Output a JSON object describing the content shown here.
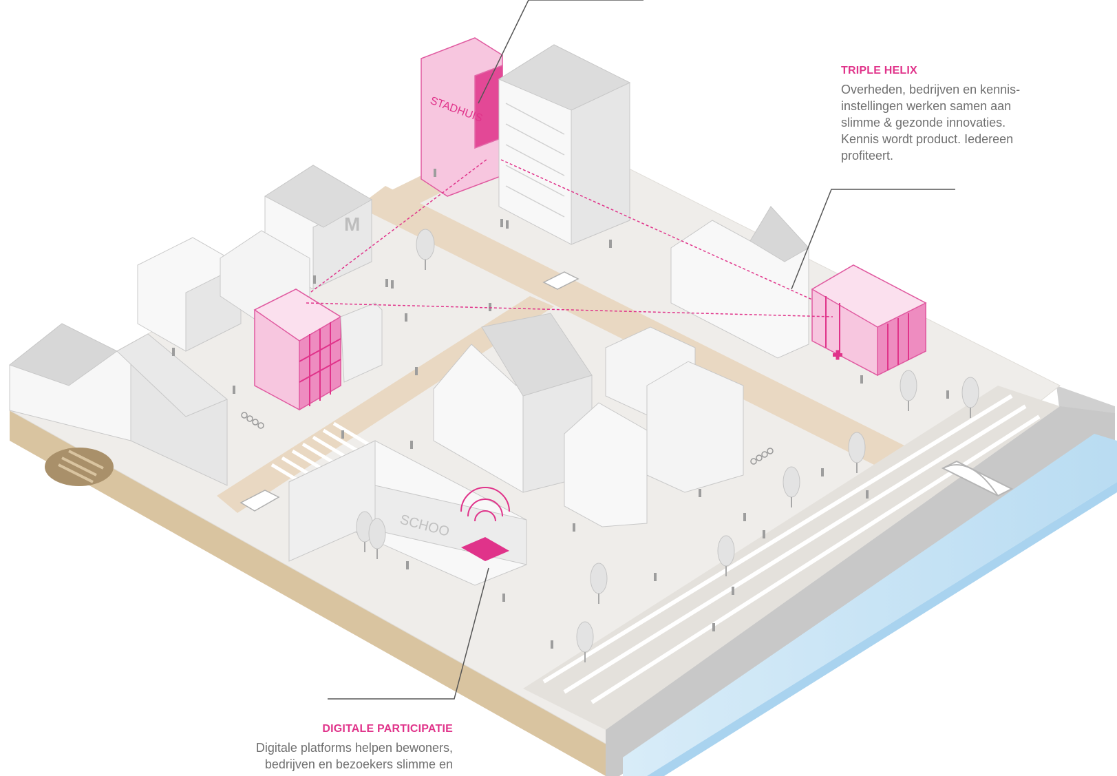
{
  "colors": {
    "accent": "#e0338a",
    "pink_light": "#f7c6df",
    "pink_mid": "#ee8cc0",
    "ground": "#efedea",
    "road": "#e9d8c2",
    "soil": "#d9c4a0",
    "water": "#cfe6f5",
    "text": "#6f6f6f"
  },
  "annotations": {
    "triple_helix": {
      "title": "TRIPLE HELIX",
      "lines": [
        "Overheden, bedrijven en kennis-",
        "instellingen werken samen aan",
        "slimme & gezonde innovaties.",
        "Kennis wordt product. Iedereen",
        "profiteert."
      ]
    },
    "digitale_participatie": {
      "title": "DIGITALE PARTICIPATIE",
      "lines": [
        "Digitale platforms helpen bewoners,",
        "bedrijven en bezoekers slimme en"
      ]
    }
  },
  "building_signs": {
    "stadhuis": "STADHUIS",
    "school": "SCHOO",
    "museum": "M"
  },
  "icons": [
    "wifi-icon",
    "medical-cross-icon",
    "bicycle-rack-icon",
    "car-icon",
    "tree-icon",
    "person-icon",
    "bridge-icon",
    "tunnel-icon"
  ]
}
